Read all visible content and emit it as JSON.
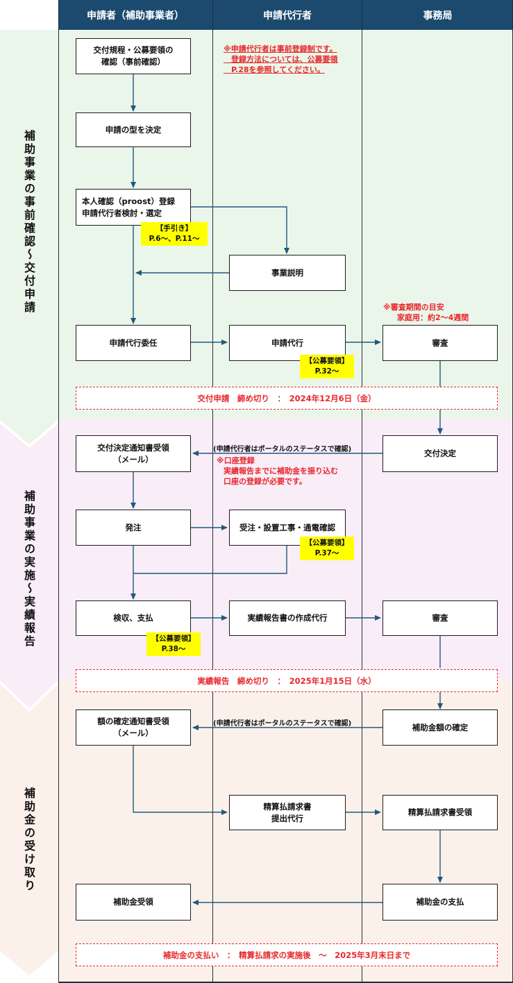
{
  "columns": {
    "applicant": "申請者（補助事業者）",
    "agent": "申請代行者",
    "office": "事務局"
  },
  "phases": {
    "p1": "補助事業の事前確認～交付申請",
    "p2": "補助事業の実施～実績報告",
    "p3": "補助金の受け取り"
  },
  "boxes": {
    "confirm_rules": "交付規程・公募要領の\n確認（事前確認）",
    "decide_type": "申請の型を決定",
    "register": "本人確認（proost）登録\n申請代行者検討・選定",
    "business_explain": "事業説明",
    "delegate": "申請代行委任",
    "agent_apply": "申請代行",
    "review1": "審査",
    "receive_decision": "交付決定通知書受領\n（メール）",
    "grant_decision": "交付決定",
    "order": "発注",
    "order_receive": "受注・設置工事・通電確認",
    "inspect_pay": "検収、支払",
    "report_create": "実績報告書の作成代行",
    "review2": "審査",
    "receive_amount": "額の確定通知書受領\n（メール）",
    "amount_fixed": "補助金額の確定",
    "settlement_submit": "精算払請求書\n提出代行",
    "settlement_receive": "精算払請求書受領",
    "subsidy_receive": "補助金受領",
    "subsidy_pay": "補助金の支払"
  },
  "notes": {
    "guide": "【手引き】\nP.6～、P.11～",
    "req32": "【公募要領】\nP.32～",
    "req37": "【公募要領】\nP.37～",
    "req38": "【公募要領】\nP.38～"
  },
  "red_notes": {
    "agent_registration": "※申請代行者は事前登録制です。\n　登録方法については、公募要領\n　P.28を参照してください。",
    "review_period_1": "※審査期間の目安",
    "review_period_2": "家庭用：約2～4週間",
    "account_1": "※口座登録",
    "account_2": "実績報告までに補助金を振り込む\n口座の登録が必要です。"
  },
  "portal_note": "(申請代行者はポータルのステータスで確認)",
  "deadlines": {
    "apply": "交付申請　締め切り　：　2024年12月6日（金）",
    "report": "実績報告　締め切り　：　2025年1月15日（水）",
    "payment": "補助金の支払い　：　精算払請求の実施後　～　2025年3月末日まで"
  },
  "colors": {
    "header": "#1b4a6e",
    "phase1_bg": "#ebf6ea",
    "phase2_bg": "#f9edf8",
    "phase3_bg": "#fcf1ea",
    "arrow": "#1f5a7c",
    "red": "#e8282b",
    "highlight": "#ffff00"
  }
}
